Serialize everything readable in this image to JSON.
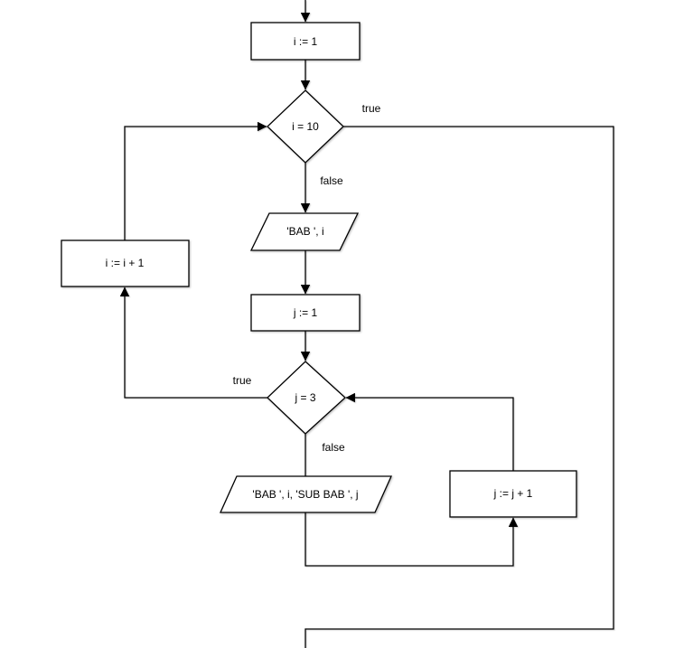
{
  "canvas": {
    "background_color": "#ffffff"
  },
  "flowchart": {
    "colors": {
      "shape_fill": "#ffffff",
      "shape_stroke": "#000000",
      "edge_stroke": "#000000",
      "text": "#000000"
    },
    "nodes": {
      "init_i": {
        "type": "process",
        "label": "i := 1"
      },
      "cond_i": {
        "type": "decision",
        "label": "i = 10"
      },
      "print_i": {
        "type": "input-output",
        "label": "'BAB ', i"
      },
      "init_j": {
        "type": "process",
        "label": "j := 1"
      },
      "cond_j": {
        "type": "decision",
        "label": "j = 3"
      },
      "print_ij": {
        "type": "input-output",
        "label": "'BAB ', i, 'SUB BAB ', j"
      },
      "inc_j": {
        "type": "process",
        "label": "j := j + 1"
      },
      "inc_i": {
        "type": "process",
        "label": "i := i + 1"
      }
    },
    "edge_labels": {
      "cond_i_true": "true",
      "cond_i_false": "false",
      "cond_j_true": "true",
      "cond_j_false": "false"
    }
  }
}
